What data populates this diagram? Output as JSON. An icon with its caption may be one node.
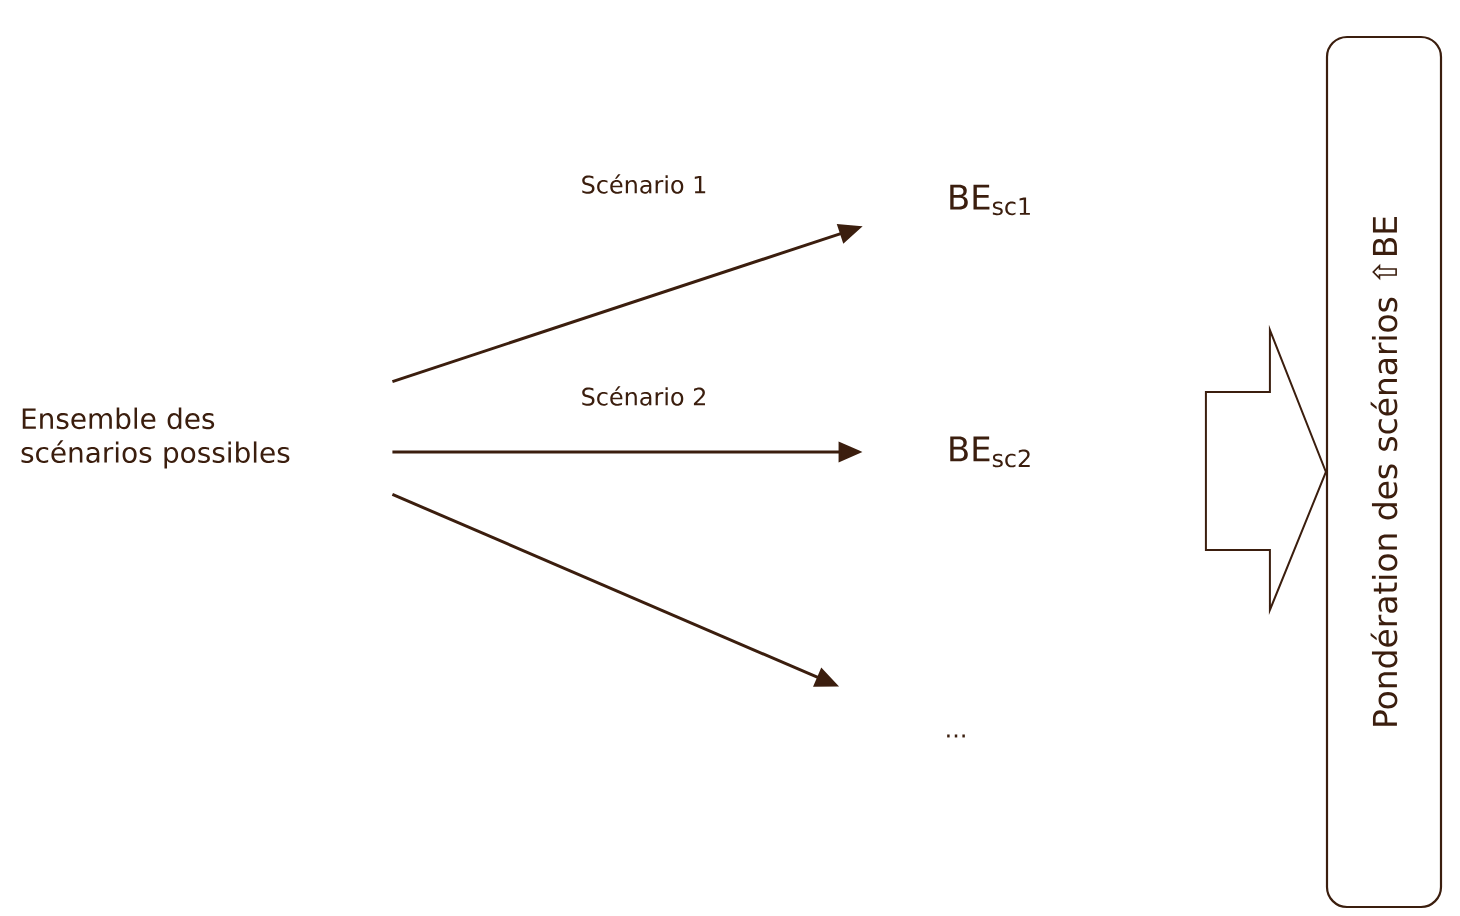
{
  "diagram": {
    "nodes": [
      {
        "text": [
          "Ensemble des scénarios possibles"
        ]
      },
      {
        "text": [
          "BE$_{sc1}$"
        ]
      },
      {
        "text": [
          "BE$_{sc2}$"
        ]
      },
      {
        "text": [
          "..."
        ]
      },
      {
        "text": [
          "Pondération des scénarios ⇧BE"
        ]
      }
    ],
    "edges": [
      {
        "from": 0,
        "to": 1,
        "arrow": "to",
        "label": "Scénario 1"
      },
      {
        "from": 0,
        "to": 2,
        "arrow": "to",
        "label": "Scénario 2"
      },
      {
        "from": 0,
        "to": 3,
        "arrow": "to"
      },
      {
        "from": null,
        "to": 4,
        "arrow": "to"
      }
    ]
  }
}
